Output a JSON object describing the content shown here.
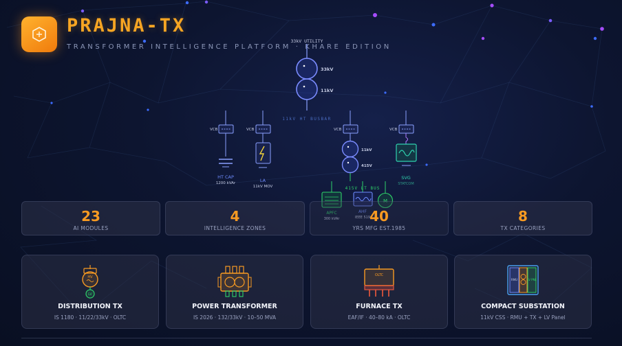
{
  "header": {
    "brand": "PRAJNA-TX",
    "tagline": "TRANSFORMER INTELLIGENCE PLATFORM · KHARE EDITION"
  },
  "diagram": {
    "utility_label": "33kV UTILITY",
    "primary_kv": "33kV",
    "secondary_kv": "11kV",
    "ht_busbar_label": "11kV HT BUSBAR",
    "vcb_label": "VCB",
    "ht_cap": {
      "name": "HT CAP",
      "rating": "1200 kVAr"
    },
    "la": {
      "name": "LA",
      "rating": "11kV MOV"
    },
    "dtr": {
      "hv": "11kV",
      "lv": "415V"
    },
    "svg_unit": {
      "name": "SVG",
      "rating": "STATCOM"
    },
    "lt_bus_label": "415V LT BUS",
    "apfc": {
      "name": "APFC",
      "rating": "300 kVAr"
    },
    "ahf": {
      "name": "AHF",
      "rating": "IEEE 519"
    },
    "motor": {
      "symbol": "M"
    }
  },
  "stats": [
    {
      "value": "23",
      "label": "AI MODULES"
    },
    {
      "value": "4",
      "label": "INTELLIGENCE ZONES"
    },
    {
      "value": "40",
      "label": "YRS MFG EST.1985"
    },
    {
      "value": "8",
      "label": "TX CATEGORIES"
    }
  ],
  "categories": [
    {
      "title": "DISTRIBUTION TX",
      "subtitle": "IS 1180 · 11/22/33kV · OLTC",
      "icon": "distribution-transformer-icon",
      "icon_hv": "HV",
      "icon_lv": "LV"
    },
    {
      "title": "POWER TRANSFORMER",
      "subtitle": "IS 2026 · 132/33kV · 10–50 MVA",
      "icon": "power-transformer-icon"
    },
    {
      "title": "FURNACE TX",
      "subtitle": "EAF/IF · 40–80 kA · OLTC",
      "icon": "furnace-transformer-icon",
      "icon_label": "OLTC"
    },
    {
      "title": "COMPACT SUBSTATION",
      "subtitle": "11kV CSS · RMU + TX + LV Panel",
      "icon": "compact-substation-icon",
      "icon_left": "RMU",
      "icon_right": "LV PNL"
    }
  ],
  "colors": {
    "accent": "#f7a523",
    "bus_ht": "#4a6cf0",
    "bus_lt": "#2fd36a"
  }
}
